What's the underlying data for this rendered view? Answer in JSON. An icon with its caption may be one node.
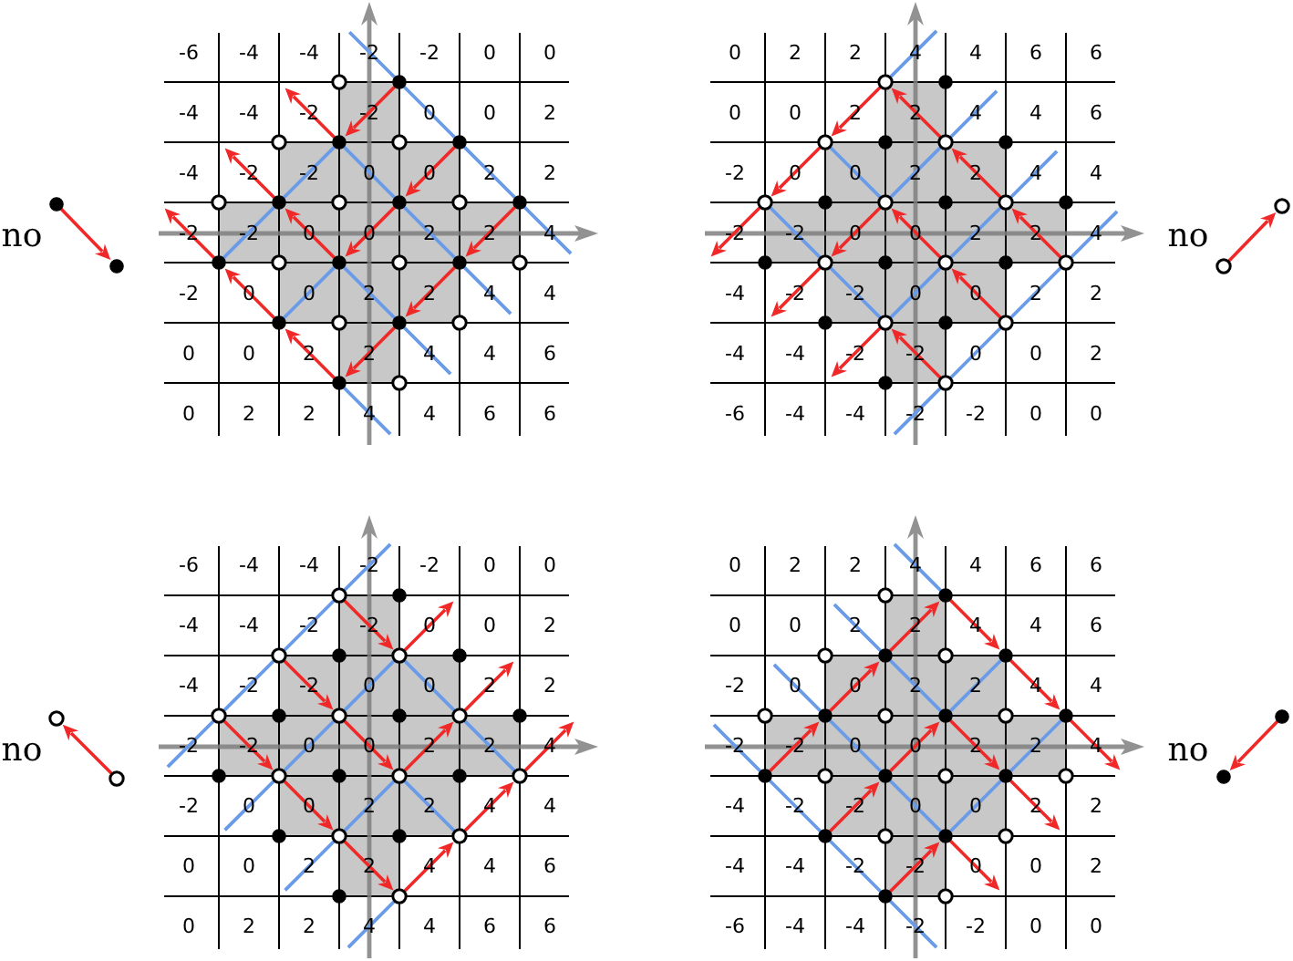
{
  "diagram": {
    "labels": [
      "no",
      "-6",
      "-4",
      "-4",
      "-2",
      "-2",
      "0",
      "0",
      "-4",
      "-4",
      "-2",
      "-2",
      "0",
      "0",
      "2",
      "-4",
      "-2",
      "-2",
      "0",
      "0",
      "2",
      "2",
      "-2",
      "-2",
      "0",
      "0",
      "2",
      "2",
      "4",
      "-2",
      "0",
      "0",
      "2",
      "2",
      "4",
      "4",
      "0",
      "0",
      "2",
      "2",
      "4",
      "4",
      "6",
      "0",
      "2",
      "2",
      "4",
      "4",
      "6",
      "6",
      "0",
      "2",
      "2",
      "4",
      "4",
      "6",
      "6",
      "0",
      "0",
      "2",
      "2",
      "4",
      "4",
      "6",
      "-2",
      "0",
      "0",
      "2",
      "2",
      "4",
      "4",
      "-2",
      "-2",
      "0",
      "0",
      "2",
      "2",
      "4",
      "-4",
      "-2",
      "-2",
      "0",
      "0",
      "2",
      "2",
      "-4",
      "-4",
      "-2",
      "-2",
      "0",
      "0",
      "2",
      "-6",
      "-4",
      "-4",
      "-2",
      "-2",
      "0",
      "0",
      "no",
      "no",
      "-6",
      "-4",
      "-4",
      "-2",
      "-2",
      "0",
      "0",
      "-4",
      "-4",
      "-2",
      "-2",
      "0",
      "0",
      "2",
      "-4",
      "-2",
      "-2",
      "0",
      "0",
      "2",
      "2",
      "-2",
      "-2",
      "0",
      "0",
      "2",
      "2",
      "4",
      "-2",
      "0",
      "0",
      "2",
      "2",
      "4",
      "4",
      "0",
      "0",
      "2",
      "2",
      "4",
      "4",
      "6",
      "0",
      "2",
      "2",
      "4",
      "4",
      "6",
      "6",
      "0",
      "2",
      "2",
      "4",
      "4",
      "6",
      "6",
      "0",
      "0",
      "2",
      "2",
      "4",
      "4",
      "6",
      "-2",
      "0",
      "0",
      "2",
      "2",
      "4",
      "4",
      "-2",
      "-2",
      "0",
      "0",
      "2",
      "2",
      "4",
      "-4",
      "-2",
      "-2",
      "0",
      "0",
      "2",
      "2",
      "-4",
      "-4",
      "-2",
      "-2",
      "0",
      "0",
      "2",
      "-6",
      "-4",
      "-4",
      "-2",
      "-2",
      "0",
      "0",
      "no"
    ]
  }
}
